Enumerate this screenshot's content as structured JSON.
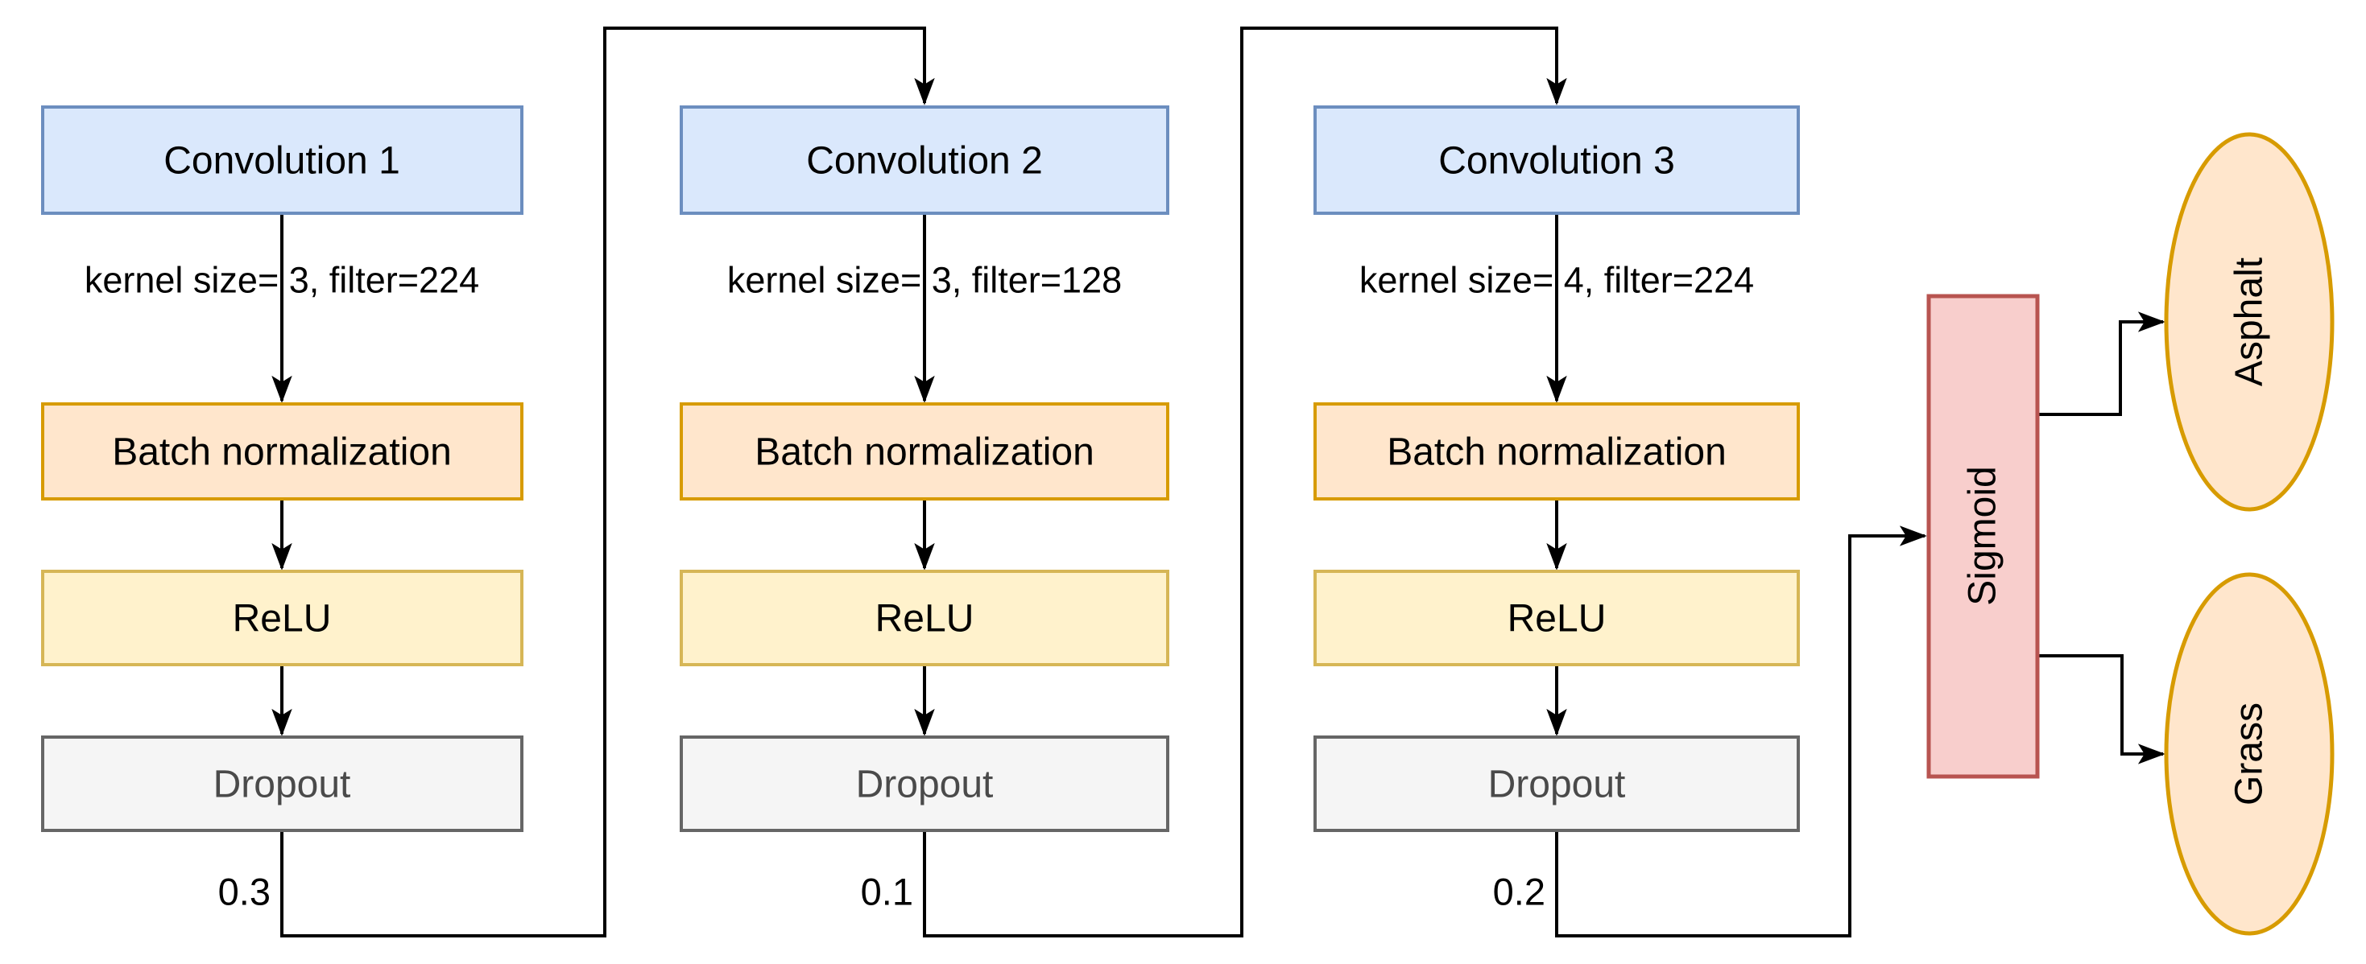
{
  "diagram": {
    "type": "cnn-architecture-flowchart",
    "columns": [
      {
        "conv_label": "Convolution 1",
        "params_label": "kernel size= 3, filter=224",
        "batchnorm_label": "Batch normalization",
        "relu_label": "ReLU",
        "dropout_label": "Dropout",
        "dropout_rate": "0.3"
      },
      {
        "conv_label": "Convolution 2",
        "params_label": "kernel size= 3, filter=128",
        "batchnorm_label": "Batch normalization",
        "relu_label": "ReLU",
        "dropout_label": "Dropout",
        "dropout_rate": "0.1"
      },
      {
        "conv_label": "Convolution 3",
        "params_label": "kernel size= 4, filter=224",
        "batchnorm_label": "Batch normalization",
        "relu_label": "ReLU",
        "dropout_label": "Dropout",
        "dropout_rate": "0.2"
      }
    ],
    "activation": {
      "label": "Sigmoid"
    },
    "outputs": [
      {
        "label": "Asphalt"
      },
      {
        "label": "Grass"
      }
    ],
    "colors": {
      "background": "#ffffff",
      "line": "#000000",
      "text": "#000000",
      "dropout_text": "#4a4a4a",
      "conv_fill": "#dae8fc",
      "conv_border": "#6c8ebf",
      "batchnorm_fill": "#ffe6cc",
      "batchnorm_border": "#d79b00",
      "relu_fill": "#fff2cc",
      "relu_border": "#d6b656",
      "dropout_fill": "#f5f5f5",
      "dropout_border": "#666666",
      "sigmoid_fill": "#f8cecc",
      "sigmoid_border": "#b85450",
      "output_fill": "#ffe6cc",
      "output_border": "#d79b00"
    }
  }
}
